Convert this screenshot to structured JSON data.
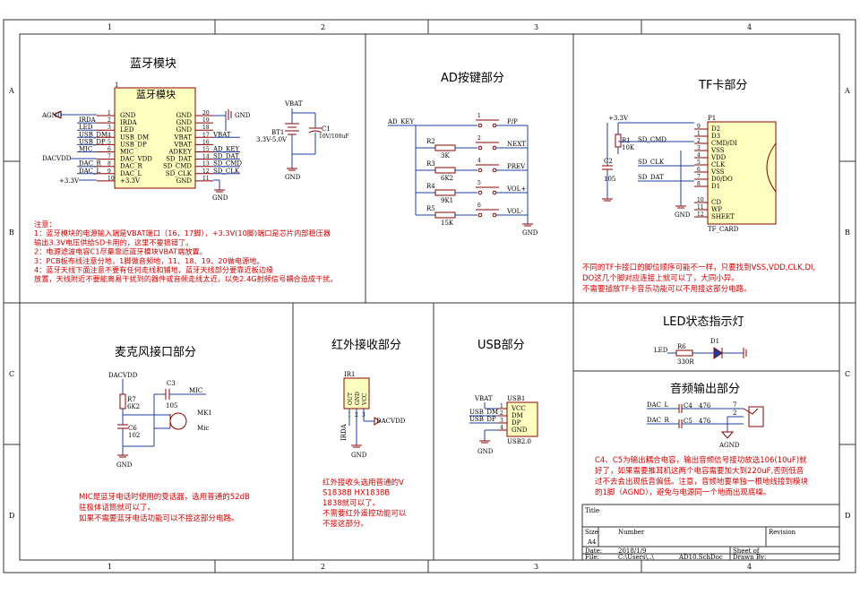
{
  "frame": {
    "cols": [
      "1",
      "2",
      "3",
      "4"
    ],
    "rows": [
      "A",
      "B",
      "C",
      "D"
    ]
  },
  "sections": {
    "bt": "蓝牙模块",
    "ad": "AD按键部分",
    "tf": "TF卡部分",
    "mic": "麦克风接口部分",
    "ir": "红外接收部分",
    "usb": "USB部分",
    "led": "LED状态指示灯",
    "audio": "音频输出部分"
  },
  "bt_module": {
    "label": "蓝牙模块",
    "left_pins": [
      "GND",
      "IRDA",
      "LED",
      "USB_DM",
      "USB_DP",
      "MIC",
      "DAC_VDD",
      "DAC_R",
      "DAC_L",
      "+3.3V"
    ],
    "left_nums": [
      "1",
      "2",
      "3",
      "4",
      "5",
      "6",
      "7",
      "8",
      "9",
      "10"
    ],
    "right_pins": [
      "GND",
      "GND",
      "GND",
      "VBAT",
      "VBAT",
      "ADKEY",
      "SD_DAT",
      "SD_CMD",
      "SD_CLK",
      "GND"
    ],
    "right_nums": [
      "20",
      "19",
      "18",
      "17",
      "16",
      "15",
      "14",
      "13",
      "12",
      "11"
    ],
    "left_nets": [
      "IRDA",
      "LED",
      "USB_DM",
      "USB_DP",
      "MIC",
      "DAC_R",
      "DAC_L"
    ],
    "right_nets": [
      "VBAT",
      "AD_KEY",
      "SD_DAT",
      "SD_CMD",
      "SD_CLK"
    ],
    "agnd": "AGND",
    "dacvdd": "DACVDD",
    "v33": "+3.3V",
    "gnd": "GND"
  },
  "battery": {
    "net": "VBAT",
    "ref": "BT1",
    "value": "3.3V-5.0V",
    "cap_ref": "C1",
    "cap_val": "10V/100uF",
    "gnd": "GND"
  },
  "bt_notes": [
    "注意：",
    "1：蓝牙模块的电源输入端是VBAT端口（16，17脚），+3.3V(10脚)端口是芯片内部稳压器",
    "    输出3.3V电压供给SD卡用的，这里不要搞错了。",
    "2：电源滤波电容C1尽量靠近蓝牙模块VBAT端放置。",
    "3：PCB板布线注意分地，1脚做音频地，11、18、19、20做电源地。",
    "4：蓝牙天线下面注意不要有任何走线和铺地，蓝牙天线部分要靠近板边缘",
    "放置，天线附近不要能离易干扰到的器件或音频走线太近，以免2.4G射频信号耦合造成干扰。"
  ],
  "ad_keys": {
    "net": "AD_KEY",
    "resistors": [
      {
        "ref": "R2",
        "val": "3K"
      },
      {
        "ref": "R3",
        "val": "6K2"
      },
      {
        "ref": "R4",
        "val": "9K1"
      },
      {
        "ref": "R5",
        "val": "15K"
      }
    ],
    "keys": [
      {
        "num": "1",
        "label": "P/P"
      },
      {
        "num": "2",
        "label": "NEXT"
      },
      {
        "num": "4",
        "label": "PREV"
      },
      {
        "num": "5",
        "label": "VOL+"
      },
      {
        "num": "6",
        "label": "VOL-"
      }
    ],
    "gnd": "GND"
  },
  "tf_card": {
    "ref": "P1",
    "name": "TF_CARD",
    "pins": [
      "D2",
      "D3",
      "CMD/DI",
      "VSS",
      "VDD",
      "CLK",
      "VSS",
      "D0/DO",
      "D1",
      "CD",
      "WP",
      "SHEET"
    ],
    "nums": [
      "9",
      "1",
      "2",
      "3",
      "4",
      "5",
      "6",
      "7",
      "8",
      "10",
      "11",
      "12"
    ],
    "v33": "+3.3V",
    "r_ref": "R1",
    "r_val": "10K",
    "c_ref": "C2",
    "c_val": "105",
    "nets": [
      "SD_CMD",
      "SD_CLK",
      "SD_DAT"
    ],
    "gnd": "GND",
    "note": [
      "不同的TF卡接口的脚位顺序可能不一样，只要找到VSS,VDD,CLK,DI,",
      "DO这几个脚对应连接上就可以了，大同小异。",
      "不需要插放TF卡音乐功能可以不用接这部分电路。"
    ]
  },
  "mic": {
    "net": "DACVDD",
    "r_ref": "R7",
    "r_val": "6K2",
    "c_ref": "C3",
    "c_val": "105",
    "c6_ref": "C6",
    "c6_val": "102",
    "mic_ref": "MK1",
    "mic_name": "Mic",
    "out_net": "MIC",
    "gnd": "GND",
    "note": [
      "MIC是蓝牙电话时使用的受话器，选用普通的52dB",
      "驻极体话筒就可以了。",
      "如果不需要蓝牙电话功能可以不接这部分电路。"
    ]
  },
  "ir": {
    "ref": "IR1",
    "pins": [
      "OUT",
      "GND",
      "VCC"
    ],
    "nums": [
      "1",
      "2",
      "3"
    ],
    "net_irda": "IRDA",
    "net_vdd": "DACVDD",
    "gnd": "GND",
    "note": [
      "红外接收头选用普通的V",
      "S1838B HX1838B",
      "1838就可以了。",
      "不需要红外遥控功能可以",
      "不接这部分。"
    ]
  },
  "usb": {
    "ref": "USB1",
    "name": "USB2.0",
    "pins": [
      "VCC",
      "DM",
      "DP",
      "GND"
    ],
    "nums": [
      "1",
      "2",
      "3",
      "4"
    ],
    "nets": [
      "VBAT",
      "USB_DM",
      "USB_DP"
    ],
    "gnd": "GND"
  },
  "led": {
    "net": "LED",
    "r_ref": "R6",
    "r_val": "330R",
    "d_ref": "D1"
  },
  "audio": {
    "nets": [
      "DAC_L",
      "DAC_R"
    ],
    "c4_ref": "C4",
    "c4_val": "476",
    "c5_ref": "C5",
    "c5_val": "476",
    "jack_pins": [
      "7",
      "2"
    ],
    "gnd": "AGND",
    "note": [
      "C4、C5为输出耦合电容，输出音频信号接功放选106(10uF)就",
      "好了，如果需要推耳机这两个电容需要加大到220uF,否则低音",
      "过不去会出现低音偏低。注意，音频地要单独一根地线接到模块",
      "的1脚（AGND），避免与电源同一个地而出现底噪。"
    ]
  },
  "titleblock": {
    "title": "Title",
    "size_l": "Size",
    "size": "A4",
    "number": "Number",
    "revision": "Revision",
    "date_l": "Date:",
    "date": "2018/1/9",
    "sheet": "Sheet     of",
    "file_l": "File:",
    "file": "C:\\Users\\..\\",
    "file2": "AD10.SchDoc",
    "drawn": "Drawn By:"
  },
  "colors": {
    "wire": "#1f3f9f",
    "note": "#d40000",
    "component_fill": "#ffffc0",
    "component_border": "#8b0000"
  }
}
